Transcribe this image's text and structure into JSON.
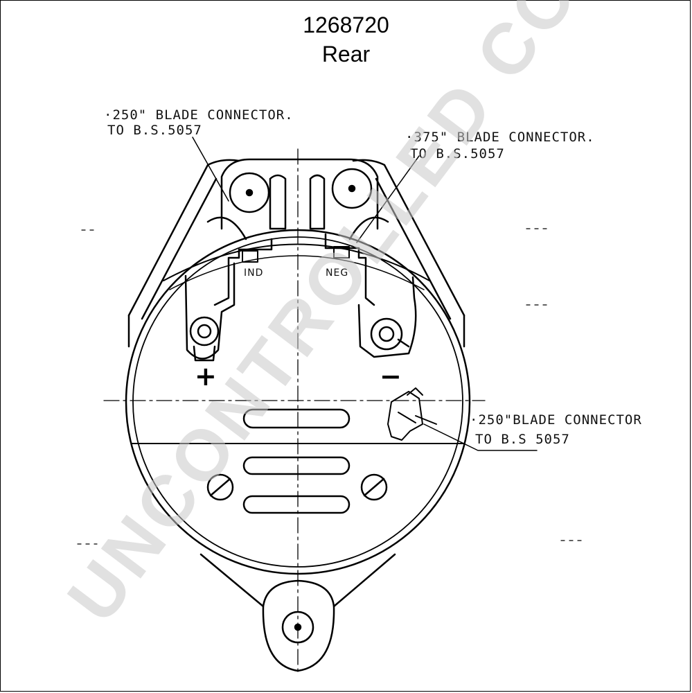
{
  "header": {
    "part_number": "1268720",
    "view": "Rear"
  },
  "callouts": {
    "top_left_line1": "·250\" BLADE CONNECTOR.",
    "top_left_line2": "TO B.S.5057",
    "top_right_line1": "·375\" BLADE CONNECTOR.",
    "top_right_line2": "TO B.S.5057",
    "right_line1": "·250\"BLADE CONNECTOR",
    "right_line2": "TO B.S 5057"
  },
  "terminals": {
    "ind": "IND",
    "neg": "NEG",
    "positive_sign": "+",
    "negative_sign": "−"
  },
  "watermark": "UNCONTROLLED COPY"
}
